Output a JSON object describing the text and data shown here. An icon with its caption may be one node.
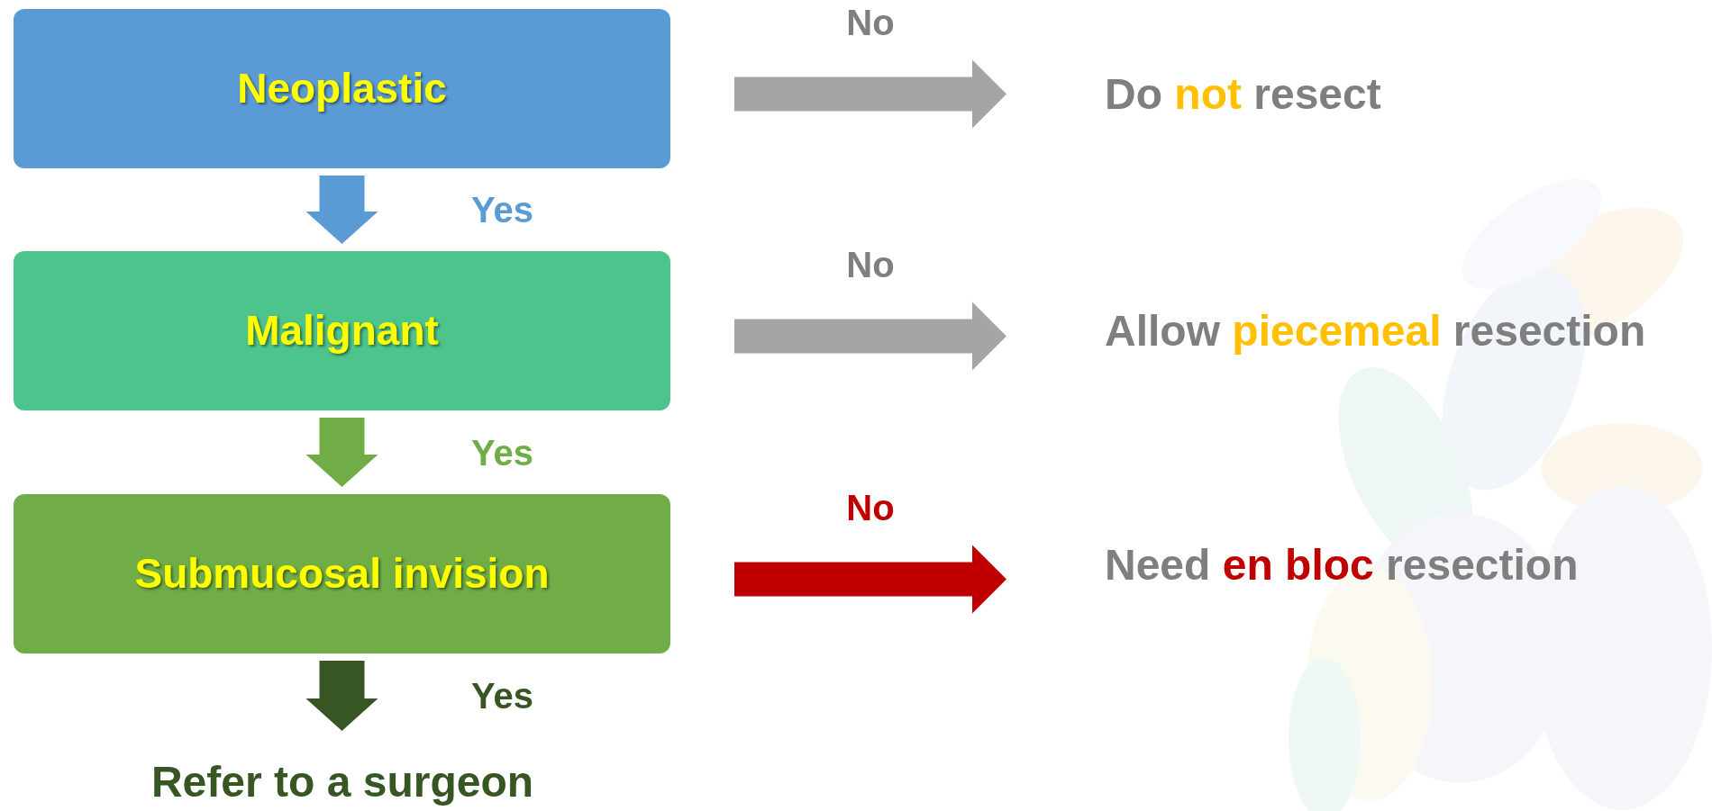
{
  "diagram": {
    "nodes": [
      {
        "text": [
          "Neoplastic"
        ]
      },
      {
        "text": [
          "Malignant"
        ]
      },
      {
        "text": [
          "Submucosal invision"
        ]
      },
      {
        "text": [
          "Do **not** resect"
        ]
      },
      {
        "text": [
          "Allow **piecemeal** resection"
        ]
      },
      {
        "text": [
          "Need **en bloc** resection"
        ]
      },
      {
        "text": [
          "Refer to a surgeon"
        ]
      }
    ],
    "edges": [
      {
        "from": 0,
        "to": 1,
        "arrow": "to",
        "label": "Yes",
        "color": "#5b9bd5"
      },
      {
        "from": 1,
        "to": 2,
        "arrow": "to",
        "label": "Yes",
        "color": "#70ad47"
      },
      {
        "from": 2,
        "to": 6,
        "arrow": "to",
        "label": "Yes",
        "color": "#375623"
      },
      {
        "from": 0,
        "to": 3,
        "arrow": "to",
        "label": "No"
      },
      {
        "from": 1,
        "to": 4,
        "arrow": "to",
        "label": "No"
      },
      {
        "from": 2,
        "to": 5,
        "arrow": "to",
        "label": "No",
        "color": "#c00000"
      }
    ]
  }
}
